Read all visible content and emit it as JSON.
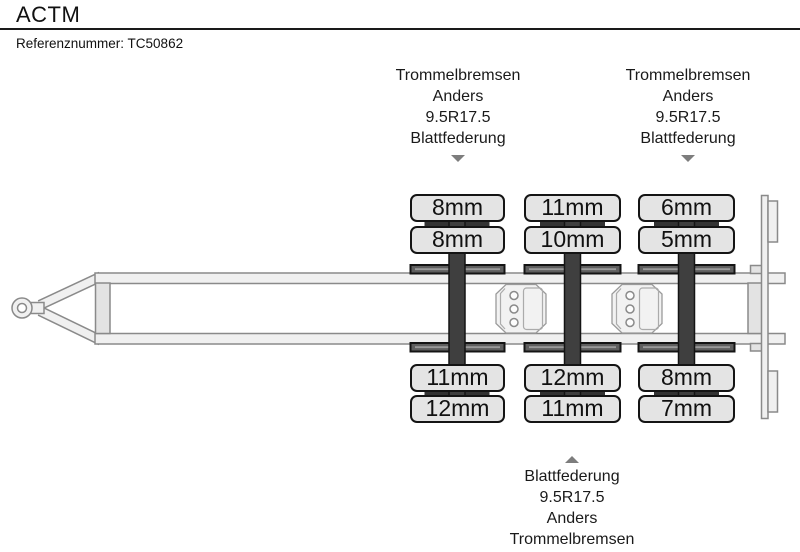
{
  "header": {
    "title": "ACTM",
    "reference": "Referenznummer: TC50862"
  },
  "annotations": {
    "top_left": {
      "lines": [
        "Trommelbremsen",
        "Anders",
        "9.5R17.5",
        "Blattfederung"
      ]
    },
    "top_right": {
      "lines": [
        "Trommelbremsen",
        "Anders",
        "9.5R17.5",
        "Blattfederung"
      ]
    },
    "bottom": {
      "lines": [
        "Blattfederung",
        "9.5R17.5",
        "Anders",
        "Trommelbremsen"
      ]
    }
  },
  "measurements": {
    "axle1": {
      "above": [
        "8mm",
        "8mm"
      ],
      "below": [
        "11mm",
        "12mm"
      ]
    },
    "axle2": {
      "above": [
        "11mm",
        "10mm"
      ],
      "below": [
        "12mm",
        "11mm"
      ]
    },
    "axle3": {
      "above": [
        "6mm",
        "5mm"
      ],
      "below": [
        "8mm",
        "7mm"
      ]
    }
  },
  "colors": {
    "box-fill": "#e4e4e4",
    "box-border": "#141414",
    "frame-fill": "#f0f0f0",
    "frame-stroke": "#8a8a8a",
    "axle-fill": "#3f3f3f",
    "spring-fill": "#5f5f5f",
    "arrow": "#7d7d7d",
    "text": "#1a1a1a"
  }
}
